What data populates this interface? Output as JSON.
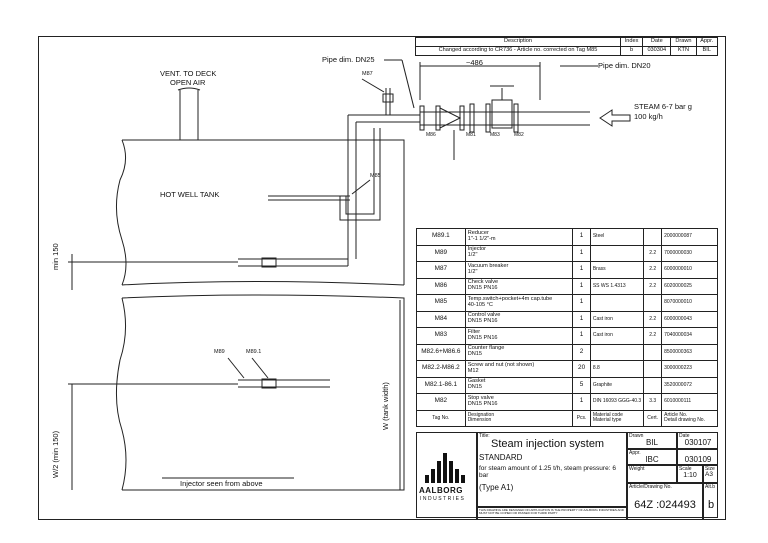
{
  "revision": {
    "headers": [
      "Description",
      "Index",
      "Date",
      "Drawn",
      "Appr."
    ],
    "row": [
      "Changed according to CR736 - Article no. corrected on Tag M85",
      "b",
      "030304",
      "KTN",
      "BIL"
    ]
  },
  "drawing": {
    "pipe_dn25": "Pipe dim. DN25",
    "pipe_dn20": "Pipe dim. DN20",
    "dim_486": "~486",
    "vent": "VENT. TO DECK",
    "vent2": "OPEN AIR",
    "steam": "STEAM 6-7 bar g",
    "flow": "100 kg/h",
    "hot_well": "HOT WELL TANK",
    "tag_m87": "M87",
    "tag_m85": "M85",
    "tag_m86": "M86",
    "tag_m81": "M81",
    "tag_m83": "M83",
    "tag_m82": "M82",
    "tag_m89": "M89",
    "tag_m891": "M89.1",
    "min150": "min 150",
    "w_tank": "W (tank width)",
    "w2": "W/2 (min 150)",
    "injector_above": "Injector seen from above"
  },
  "parts": [
    {
      "tag": "M89.1",
      "desc": "Reducer",
      "dim": "1\"-1 1/2\"-m",
      "qty": "1",
      "mat": "Steel",
      "ca": "",
      "art": "2000000087"
    },
    {
      "tag": "M89",
      "desc": "Injector",
      "dim": "1/2\"",
      "qty": "1",
      "mat": "",
      "ca": "2.2",
      "art": "7000000030"
    },
    {
      "tag": "M87",
      "desc": "Vacuum breaker",
      "dim": "1/2\"",
      "qty": "1",
      "mat": "Brass",
      "ca": "2.2",
      "art": "6000000010"
    },
    {
      "tag": "M86",
      "desc": "Check valve",
      "dim": "DN15 PN16",
      "qty": "1",
      "mat": "SS WS 1.4313",
      "ca": "2.2",
      "art": "6020000025"
    },
    {
      "tag": "M85",
      "desc": "Temp.switch+pocket+4m cap.tube",
      "dim": "40-105 °C",
      "qty": "1",
      "mat": "",
      "ca": "",
      "art": "8070000010"
    },
    {
      "tag": "M84",
      "desc": "Control valve",
      "dim": "DN15 PN16",
      "qty": "1",
      "mat": "Cast iron",
      "ca": "2.2",
      "art": "6000000043"
    },
    {
      "tag": "M83",
      "desc": "Filter",
      "dim": "DN15 PN16",
      "qty": "1",
      "mat": "Cast iron",
      "ca": "2.2",
      "art": "7040000034"
    },
    {
      "tag": "M82.6+M86.6",
      "desc": "Counter flange",
      "dim": "DN15",
      "qty": "2",
      "mat": "",
      "ca": "",
      "art": "8500000363"
    },
    {
      "tag": "M82.2-M86.2",
      "desc": "Screw and nut (not shown)",
      "dim": "M12",
      "qty": "20",
      "mat": "8.8",
      "ca": "",
      "art": "3000000223"
    },
    {
      "tag": "M82.1-86.1",
      "desc": "Gasket",
      "dim": "DN15",
      "qty": "5",
      "mat": "Graphite",
      "ca": "",
      "art": "3520000072"
    },
    {
      "tag": "M82",
      "desc": "Stop valve",
      "dim": "DN15 PN16",
      "qty": "1",
      "mat": "DIN 16093 GGG-40.3",
      "ca": "3.3",
      "art": "6010000111"
    }
  ],
  "parts_header": {
    "tag": "Tag No.",
    "desc": "Designation",
    "dim": "Dimension",
    "qty": "Pcs.",
    "mat": "Material code",
    "mat2": "Material type",
    "ca": "Cert.",
    "art": "Article No.",
    "art2": "Detail drawing No."
  },
  "title_block": {
    "title_label": "Title:",
    "title": "Steam injection system",
    "standard": "STANDARD",
    "desc": "for steam amount of 1.25 t/h, steam pressure: 6 bar",
    "type": "(Type A1)",
    "drawn_label": "Drawn",
    "drawn": "BIL",
    "date_label": "Date",
    "date1": "030107",
    "appr_label": "Appr.",
    "appr": "IBC",
    "date2": "030109",
    "weight_label": "Weight",
    "scale_label": "Scale",
    "scale": "1:10",
    "size_label": "Size",
    "size": "A3",
    "artno_label": "Article/Drawing No.",
    "artno": "64Z :024493",
    "alt_label": "Alt.b",
    "alt": "b",
    "company": "AALBORG",
    "company2": "INDUSTRIES",
    "disclaimer": "THIS DRAWING ARE DESIGNED ON APPLICATION IS THE PROPERTY OF AALBORG INDUSTRIES AND MUST NOT BE COPIED OR PASSED FOR THIRD PARTY"
  }
}
